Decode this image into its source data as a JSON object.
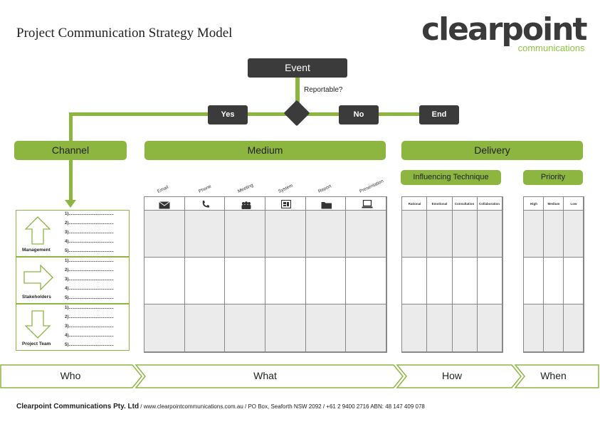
{
  "title": "Project  Communication Strategy Model",
  "logo": {
    "main": "clearpoint",
    "sub": "communications"
  },
  "flow": {
    "event": "Event",
    "question": "Reportable?",
    "yes": "Yes",
    "no": "No",
    "end": "End"
  },
  "sections": {
    "channel": "Channel",
    "medium": "Medium",
    "delivery": "Delivery",
    "influencing": "Influencing Technique",
    "priority": "Priority"
  },
  "medium_columns": [
    "Email",
    "Phone",
    "Meeting",
    "System",
    "Report",
    "Presentation"
  ],
  "influencing_columns": [
    "Rational",
    "Emotional",
    "Consultation",
    "Collaboration"
  ],
  "priority_columns": [
    "High",
    "Medium",
    "Low"
  ],
  "who_groups": [
    {
      "label": "Management",
      "icon": "up-arrow-icon"
    },
    {
      "label": "Stakeholders",
      "icon": "right-arrow-icon"
    },
    {
      "label": "Project Team",
      "icon": "down-arrow-icon"
    }
  ],
  "list_items": [
    "1)......................................",
    "2)......................................",
    "3)......................................",
    "4)......................................",
    "5)......................................"
  ],
  "bottom_bands": [
    "Who",
    "What",
    "How",
    "When"
  ],
  "footer": {
    "company": "Clearpoint Communications Pty. Ltd",
    "details": " / www.clearpointcommunications.com.au / PO Box, Seaforth NSW 2092 / +61 2 9400 2716  ABN: 48 147 409 078"
  },
  "colors": {
    "accent": "#8db640",
    "dark": "#3b3b3b",
    "shade": "#ebebeb"
  }
}
